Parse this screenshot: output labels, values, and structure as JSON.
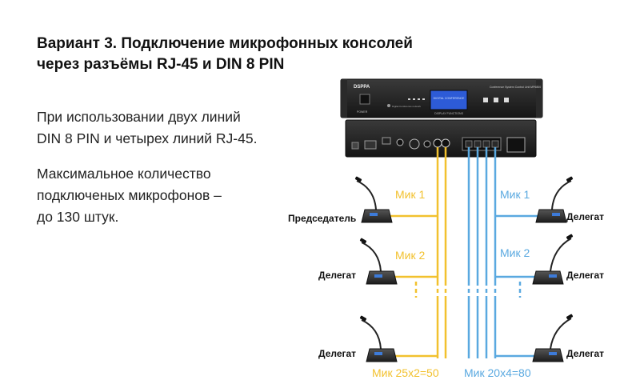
{
  "title": {
    "line1": "Вариант 3. Подключение микрофонных консолей",
    "line2": "через разъёмы RJ-45 и DIN 8 PIN"
  },
  "description": {
    "p1_line1": "При использовании двух линий",
    "p1_line2": "DIN 8 PIN и четырех линий RJ-45.",
    "p2_line1": "Максимальное количество",
    "p2_line2": "подключеных микрофонов –",
    "p2_line3": "до 130 штук."
  },
  "device": {
    "brand": "DSPPA",
    "model": "Conference System Control Unit MP6800",
    "power_label": "POWER",
    "display_text": "DIGITAL CONFERENCE",
    "display_functions": "DISPLAY FUNCTIONS",
    "digital_label": "Digital Conference network"
  },
  "left_group": {
    "label_mic1": "Мик 1",
    "label_mic2": "Мик 2",
    "label_total": "Мик 25x2=50",
    "consoles": [
      "Председатель",
      "Делегат",
      "Делегат"
    ]
  },
  "right_group": {
    "label_mic1": "Мик 1",
    "label_mic2": "Мик 2",
    "label_total": "Мик 20x4=80",
    "consoles": [
      "Делегат",
      "Делегат",
      "Делегат"
    ]
  },
  "colors": {
    "din_line": "#f2c12e",
    "rj45_line": "#5aa9e0",
    "device_body": "#1e1e1e",
    "display_blue": "#2d5bd7"
  },
  "icons": {
    "microphone_console": "gooseneck-microphone-icon"
  }
}
